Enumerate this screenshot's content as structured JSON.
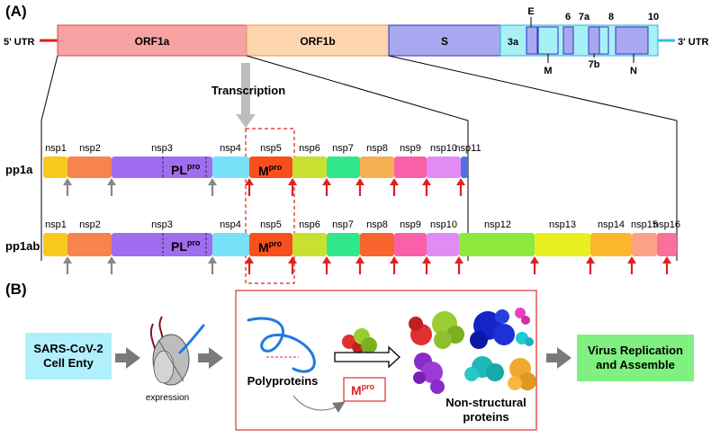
{
  "panel_a_label": "(A)",
  "panel_b_label": "(B)",
  "genome": {
    "utr5": "5' UTR",
    "utr3": "3' UTR",
    "orf1a": "ORF1a",
    "orf1b": "ORF1b",
    "s": "S",
    "labels": [
      "3a",
      "E",
      "6",
      "7a",
      "8",
      "10",
      "M",
      "7b",
      "N"
    ],
    "colors": {
      "orf1a": "#f8a3a3",
      "orf1b": "#fdd6b0",
      "s": "#a8a8f0",
      "accessory": "#a8f0f8"
    }
  },
  "transcription_label": "Transcription",
  "pp1a": {
    "label": "pp1a",
    "nsps": [
      "nsp1",
      "nsp2",
      "nsp3",
      "nsp4",
      "nsp5",
      "nsp6",
      "nsp7",
      "nsp8",
      "nsp9",
      "nsp10",
      "nsp11"
    ],
    "colors": [
      "#f8c81c",
      "#f7844c",
      "#a06cf0",
      "#78e0f8",
      "#f7501c",
      "#c8e030",
      "#30e88c",
      "#f4b050",
      "#f860a8",
      "#e08cf4",
      "#5070e8"
    ]
  },
  "pp1ab": {
    "label": "pp1ab",
    "nsps": [
      "nsp1",
      "nsp2",
      "nsp3",
      "nsp4",
      "nsp5",
      "nsp6",
      "nsp7",
      "nsp8",
      "nsp9",
      "nsp10",
      "nsp12",
      "nsp13",
      "nsp14",
      "nsp15",
      "nsp16"
    ],
    "colors": [
      "#f8c81c",
      "#f7844c",
      "#a06cf0",
      "#78e0f8",
      "#f7501c",
      "#c8e030",
      "#30e88c",
      "#f7642c",
      "#f860a8",
      "#e08cf4",
      "#8ce83c",
      "#e8f020",
      "#fbb82c",
      "#fca088",
      "#f8709c"
    ]
  },
  "domains": {
    "plpro_main": "PL",
    "plpro_sup": "pro",
    "mpro_main": "M",
    "mpro_sup": "pro"
  },
  "panel_b": {
    "entry": [
      "SARS-CoV-2",
      "Cell Enty"
    ],
    "expression": "expression",
    "polyproteins": "Polyproteins",
    "nonstructural": [
      "Non-structural",
      "proteins"
    ],
    "replication": [
      "Virus Replication",
      "and Assemble"
    ],
    "colors": {
      "entry": "#b0f0fc",
      "replication": "#80f080",
      "mpro_border": "#e03030"
    }
  }
}
